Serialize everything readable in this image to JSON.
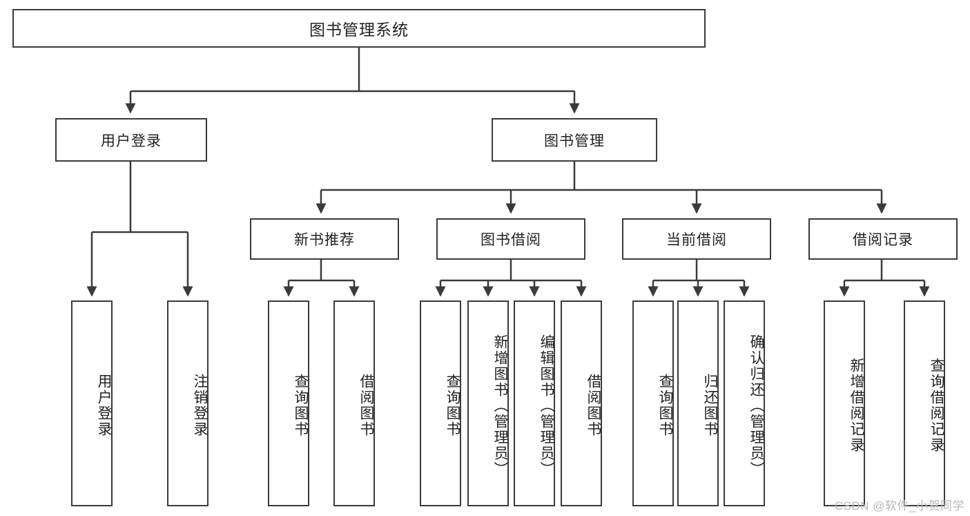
{
  "diagram": {
    "title": "图书管理系统",
    "watermark": "CSDN @软件_小贺同学",
    "colors": {
      "box_border": "#3a3a3a",
      "line": "#3a3a3a",
      "background": "#ffffff",
      "text": "#222222",
      "watermark": "#b9b9b9"
    },
    "root": {
      "label": "图书管理系统"
    },
    "level2": [
      {
        "label": "用户登录"
      },
      {
        "label": "图书管理"
      }
    ],
    "level3": [
      {
        "label": "新书推荐"
      },
      {
        "label": "图书借阅"
      },
      {
        "label": "当前借阅"
      },
      {
        "label": "借阅记录"
      }
    ],
    "leaves": {
      "user_login": [
        {
          "label": "用户登录"
        },
        {
          "label": "注销登录"
        }
      ],
      "new_book": [
        {
          "label": "查询图书"
        },
        {
          "label": "借阅图书"
        }
      ],
      "book_borrow": [
        {
          "label": "查询图书"
        },
        {
          "label": "新增图书（管理员）"
        },
        {
          "label": "编辑图书（管理员）"
        },
        {
          "label": "借阅图书"
        }
      ],
      "current_borrow": [
        {
          "label": "查询图书"
        },
        {
          "label": "归还图书"
        },
        {
          "label": "确认归还（管理员）"
        }
      ],
      "borrow_record": [
        {
          "label": "新增借阅记录"
        },
        {
          "label": "查询借阅记录"
        }
      ]
    }
  }
}
